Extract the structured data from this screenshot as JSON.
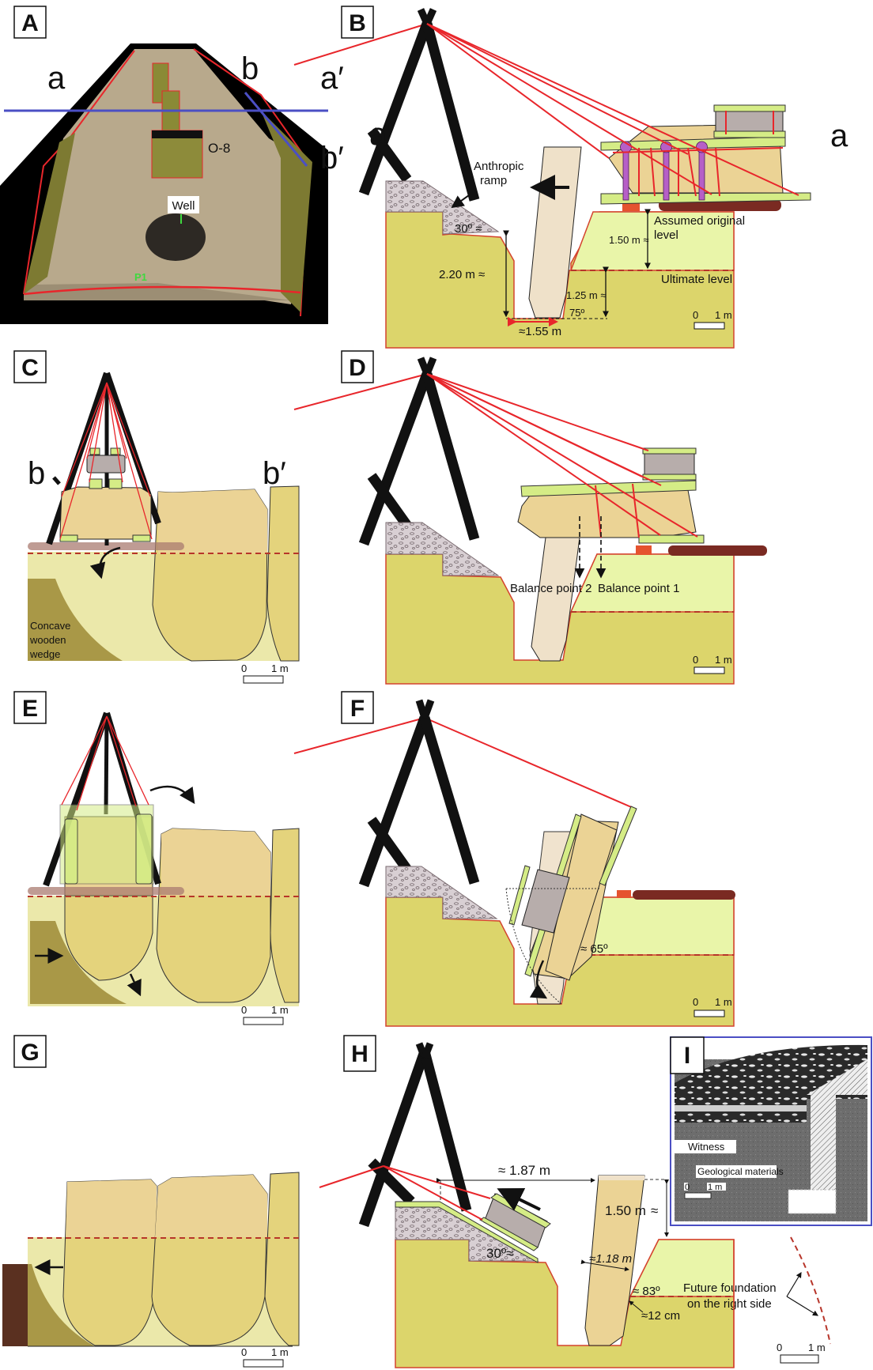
{
  "panels": {
    "A": {
      "label": "A",
      "section_labels": [
        "a",
        "b",
        "a′",
        "b′"
      ],
      "photo_labels": {
        "well": "Well",
        "o8": "O-8",
        "p1": "P1"
      },
      "colors": {
        "section_line": "#4b4fc4",
        "outline": "#e8262b",
        "background": "#000000"
      }
    },
    "B": {
      "label": "B",
      "section_labels": {
        "left": "a′",
        "right": "a"
      },
      "annotations": {
        "ramp": "Anthropic",
        "ramp2": "ramp",
        "angle_ramp": "30º ≈",
        "height_left": "2.20 m ≈",
        "width_bottom": "≈1.55 m",
        "height_right": "1.25 m ≈",
        "angle_wall": "75º",
        "height_orig": "1.50 m ≈",
        "assumed1": "Assumed original",
        "assumed2": "level",
        "ultimate": "Ultimate level"
      },
      "scale": {
        "zero": "0",
        "one": "1 m"
      }
    },
    "C": {
      "label": "C",
      "section_labels": {
        "left": "b",
        "right": "b′"
      },
      "wedge": [
        "Concave",
        "wooden",
        "wedge"
      ],
      "scale": {
        "zero": "0",
        "one": "1 m"
      }
    },
    "D": {
      "label": "D",
      "annotations": {
        "bp2": "Balance point 2",
        "bp1": "Balance point 1"
      },
      "scale": {
        "zero": "0",
        "one": "1 m"
      }
    },
    "E": {
      "label": "E",
      "scale": {
        "zero": "0",
        "one": "1 m"
      }
    },
    "F": {
      "label": "F",
      "annotations": {
        "angle": "≈ 65º"
      },
      "scale": {
        "zero": "0",
        "one": "1 m"
      }
    },
    "G": {
      "label": "G",
      "scale": {
        "zero": "0",
        "one": "1 m"
      }
    },
    "H": {
      "label": "H",
      "annotations": {
        "dist": "≈ 1.87 m",
        "height": "1.50 m",
        "height_approx": "≈",
        "width": "≈1.18 m",
        "angle_ramp": "30º≈",
        "angle_wall": "≈ 83º",
        "gap": "≈12 cm",
        "future1": "Future foundation",
        "future2": "on the right side"
      },
      "scale": {
        "zero": "0",
        "one": "1 m"
      }
    },
    "I": {
      "label": "I",
      "annotations": {
        "witness": "Witness",
        "geo": "Geological materials"
      },
      "scale": {
        "zero": "0",
        "one": "1 m"
      }
    }
  },
  "colors": {
    "soil_lower": "#dcd56b",
    "soil_upper": "#e9f5a9",
    "stone": "#ebd395",
    "rope": "#e8262b",
    "frame": "#d5ec86",
    "lever": "#b65fc7"
  }
}
